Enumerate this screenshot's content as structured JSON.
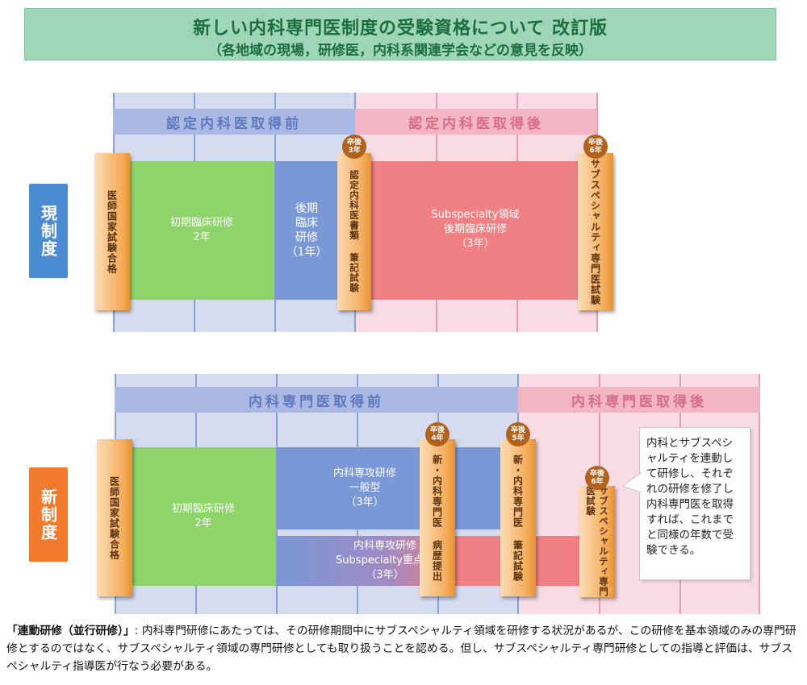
{
  "title": {
    "main": "新しい内科専門医制度の受験資格について 改訂版",
    "sub": "（各地域の現場，研修医，内科系関連学会などの意見を反映）"
  },
  "current": {
    "label": "現制度",
    "phase_before": "認定内科医取得前",
    "phase_after": "認定内科医取得後",
    "license_exam": "医師国家試験合格",
    "initial_training": {
      "line1": "初期臨床研修",
      "line2": "2年"
    },
    "later_training": {
      "line1": "後期",
      "line2": "臨床",
      "line3": "研修",
      "line4": "（1年）"
    },
    "badge1": {
      "line1": "卒後",
      "line2": "3年"
    },
    "exam1": "認定内科医書類 筆記試験",
    "subspecialty_training": {
      "line1": "Subspecialty領域",
      "line2": "後期臨床研修",
      "line3": "（3年）"
    },
    "badge2": {
      "line1": "卒後",
      "line2": "6年"
    },
    "exam2": "サブスペシャルティ専門医試験"
  },
  "new": {
    "label": "新制度",
    "phase_before": "内科専門医取得前",
    "phase_after": "内科専門医取得後",
    "license_exam": "医師国家試験合格",
    "initial_training": {
      "line1": "初期臨床研修",
      "line2": "2年"
    },
    "general_training": {
      "line1": "内科専攻研修",
      "line2": "一般型",
      "line3": "（3年）"
    },
    "focus_training": {
      "line1": "内科専攻研修",
      "line2": "Subspecialty重点型",
      "line3": "（3年）"
    },
    "badge1": {
      "line1": "卒後",
      "line2": "4年"
    },
    "exam1": "新・内科専門医 病歴提出",
    "badge2": {
      "line1": "卒後",
      "line2": "5年"
    },
    "exam2": "新・内科専門医 筆記試験",
    "badge3": {
      "line1": "卒後",
      "line2": "6年"
    },
    "exam3": "サブスペシャルティ専門医試験",
    "callout": "内科とサブスペシャルティを連動して研修し、それぞれの研修を修了し内科専門医を取得すれば、これまでと同様の年数で受験できる。"
  },
  "footnote": {
    "term": "「連動研修（並行研修）」",
    "text": ": 内科専門研修にあたっては、その研修期間中にサブスペシャルティ領域を研修する状況があるが、この研修を基本領域のみの専門研修とするのではなく、サブスペシャルティ領域の専門研修としても取り扱うことを認める。但し、サブスペシャルティ専門研修としての指導と評価は、サブスペシャルティ指導医が行なう必要がある。"
  },
  "colors": {
    "title_bg": "#9fd6b7",
    "title_text": "#1b6e3f",
    "blue_band": "#a9b9e3",
    "pink_band": "#f3b4c3",
    "green": "#8ed46b",
    "blue_block": "#7a98d6",
    "red_block": "#f08083",
    "orange": "#f4a954",
    "badge": "#b1621f",
    "current_pill": "#4b8bd3",
    "new_pill": "#f07b2d"
  }
}
